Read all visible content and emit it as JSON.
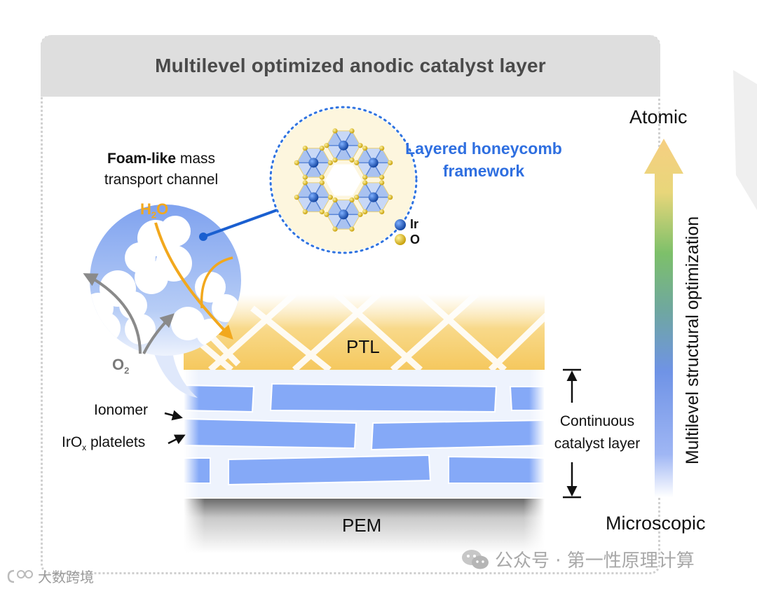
{
  "title": "Multilevel optimized anodic catalyst layer",
  "foam": {
    "bold": "Foam-like",
    "rest1": " mass",
    "line2": "transport channel"
  },
  "water": {
    "base": "H",
    "sub": "2",
    "tail": "O"
  },
  "oxygen": {
    "base": "O",
    "sub": "2"
  },
  "honeycomb": {
    "line1": "Layered honeycomb",
    "line2": "framework",
    "legend": [
      {
        "label": "Ir",
        "color": "#1a5fd0"
      },
      {
        "label": "O",
        "color": "#e8c000"
      }
    ]
  },
  "layers": {
    "ptl": "PTL",
    "pem": "PEM",
    "ionomer": "Ionomer",
    "platelets_base": "IrO",
    "platelets_sub": "x",
    "platelets_tail": " platelets",
    "catalyst_line1": "Continuous",
    "catalyst_line2": "catalyst layer"
  },
  "scale": {
    "top": "Atomic",
    "bottom": "Microscopic",
    "axis": "Multilevel structural optimization"
  },
  "watermark": {
    "wechat": "公众号 · 第一性原理计算",
    "corner": "大数跨境"
  },
  "colors": {
    "platelet": "#85a9f7",
    "ptl": "#f6cf73",
    "accent_blue": "#1a5fd0",
    "water_orange": "#f2a81d",
    "arrow_gray": "#8a8a8a"
  }
}
